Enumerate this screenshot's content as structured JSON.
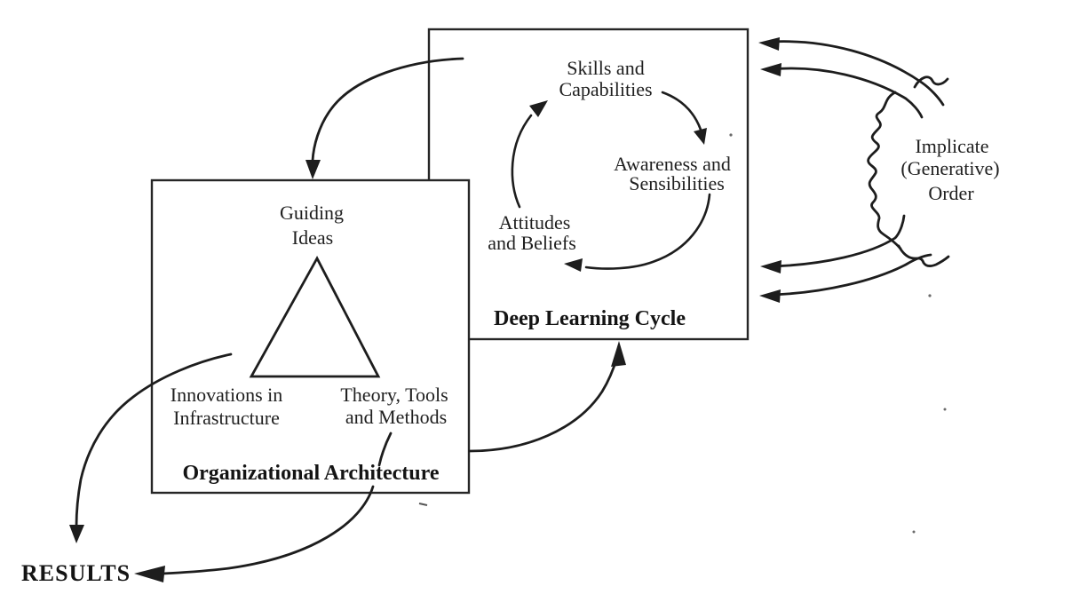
{
  "deep_learning_cycle": {
    "title": "Deep Learning Cycle",
    "skills_line1": "Skills and",
    "skills_line2": "Capabilities",
    "awareness_line1": "Awareness and",
    "awareness_line2": "Sensibilities",
    "attitudes_line1": "Attitudes",
    "attitudes_line2": "and Beliefs"
  },
  "organizational_architecture": {
    "title": "Organizational Architecture",
    "guiding_line1": "Guiding",
    "guiding_line2": "Ideas",
    "innovations_line1": "Innovations in",
    "innovations_line2": "Infrastructure",
    "theory_line1": "Theory, Tools",
    "theory_line2": "and Methods"
  },
  "implicate_order": {
    "line1": "Implicate",
    "line2": "(Generative)",
    "line3": "Order"
  },
  "results": {
    "label": "RESULTS"
  },
  "colors": {
    "ink": "#1d1d1d",
    "background": "#ffffff"
  }
}
